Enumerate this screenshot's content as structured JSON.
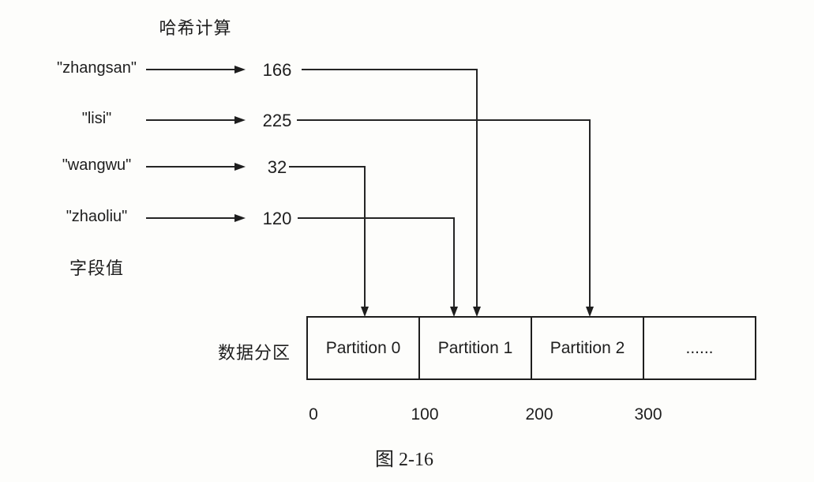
{
  "labels": {
    "hash_computation": "哈希计算",
    "field_value": "字段值",
    "data_partition": "数据分区"
  },
  "rows": [
    {
      "field": "\"zhangsan\"",
      "hash": "166",
      "target_partition": "Partition 1"
    },
    {
      "field": "\"lisi\"",
      "hash": "225",
      "target_partition": "Partition 2"
    },
    {
      "field": "\"wangwu\"",
      "hash": "32",
      "target_partition": "Partition 0"
    },
    {
      "field": "\"zhaoliu\"",
      "hash": "120",
      "target_partition": "Partition 1"
    }
  ],
  "partitions": [
    "Partition 0",
    "Partition 1",
    "Partition 2",
    "......"
  ],
  "axis_ticks": [
    "0",
    "100",
    "200",
    "300"
  ],
  "caption": "图 2-16",
  "colors": {
    "ink": "#1e1e1e",
    "background": "#fdfdfb"
  }
}
